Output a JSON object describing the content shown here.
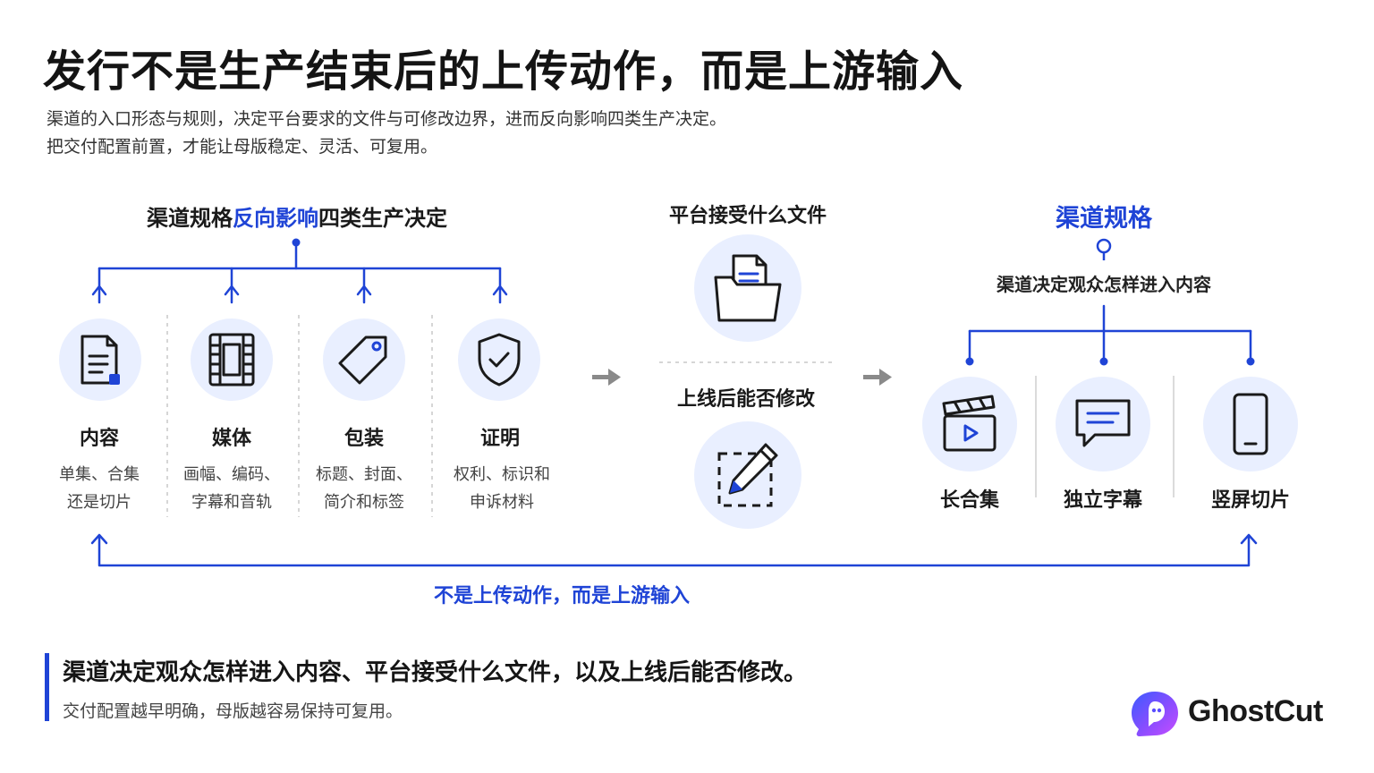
{
  "title": "发行不是生产结束后的上传动作，而是上游输入",
  "subtitle": {
    "line1": "渠道的入口形态与规则，决定平台要求的文件与可修改边界，进而反向影响四类生产决定。",
    "line2": "把交付配置前置，才能让母版稳定、灵活、可复用。"
  },
  "decisions": {
    "heading_prefix": "渠道规格",
    "heading_accent": "反向影响",
    "heading_suffix": "四类生产决定",
    "items": [
      {
        "title": "内容",
        "desc1": "单集、合集",
        "desc2": "还是切片",
        "icon": "document-icon"
      },
      {
        "title": "媒体",
        "desc1": "画幅、编码、",
        "desc2": "字幕和音轨",
        "icon": "film-icon"
      },
      {
        "title": "包装",
        "desc1": "标题、封面、",
        "desc2": "简介和标签",
        "icon": "tag-icon"
      },
      {
        "title": "证明",
        "desc1": "权利、标识和",
        "desc2": "申诉材料",
        "icon": "shield-check-icon"
      }
    ]
  },
  "platform": {
    "files_label": "平台接受什么文件",
    "files_icon": "folder-document-icon",
    "edit_label": "上线后能否修改",
    "edit_icon": "edit-pencil-icon"
  },
  "channel": {
    "heading": "渠道规格",
    "subheading": "渠道决定观众怎样进入内容",
    "outputs": [
      {
        "label": "长合集",
        "icon": "clapperboard-icon"
      },
      {
        "label": "独立字幕",
        "icon": "subtitle-bubble-icon"
      },
      {
        "label": "竖屏切片",
        "icon": "smartphone-icon"
      }
    ]
  },
  "feedback_label": "不是上传动作，而是上游输入",
  "note": {
    "main": "渠道决定观众怎样进入内容、平台接受什么文件，以及上线后能否修改。",
    "sub": "交付配置越早明确，母版越容易保持可复用。"
  },
  "brand": {
    "name": "GhostCut"
  },
  "colors": {
    "accent": "#1f44d6",
    "icon_bg": "#e9efff",
    "arrow_gray": "#8a8a8a"
  }
}
